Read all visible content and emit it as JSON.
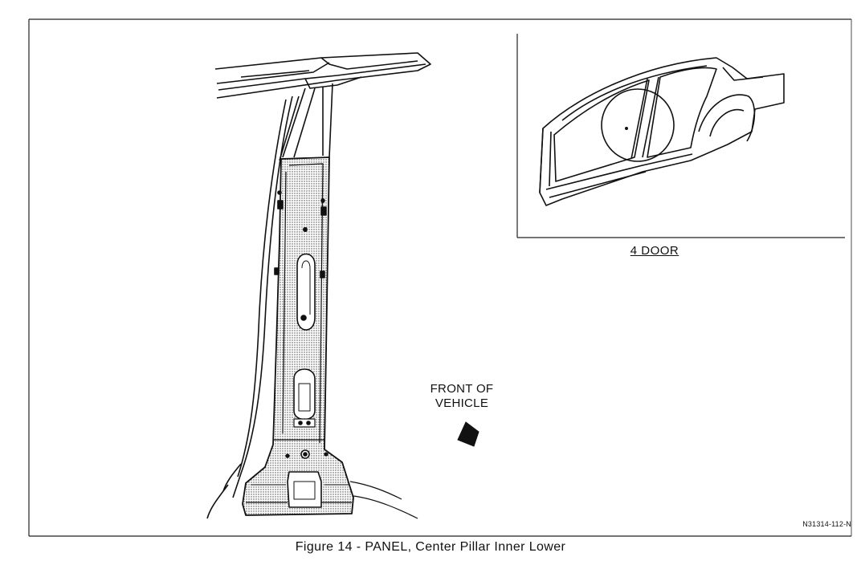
{
  "figure": {
    "caption": "Figure 14 - PANEL, Center Pillar Inner Lower",
    "reference_code": "N31314-112-N"
  },
  "inset": {
    "label": "4 DOOR"
  },
  "direction_marker": {
    "line1": "FRONT OF",
    "line2": "VEHICLE",
    "icon": "arrow-down-left-icon"
  },
  "colors": {
    "ink": "#111111",
    "shading": "#bdbdbd",
    "paper": "#ffffff"
  }
}
